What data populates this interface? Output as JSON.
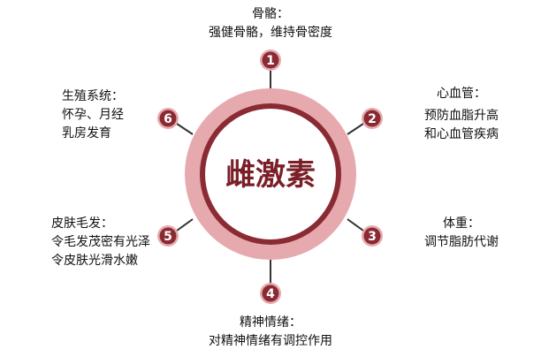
{
  "center": {
    "title": "雌激素"
  },
  "colors": {
    "ring_outer": "#e6aaae",
    "ring_inner": "#8a2b33",
    "badge": "#8a2b33",
    "badge_halo": "#e6aaae"
  },
  "items": [
    {
      "num": "1",
      "title": "骨骼：",
      "lines": [
        "强健骨骼，维持骨密度"
      ]
    },
    {
      "num": "2",
      "title": "心血管：",
      "lines": [
        "预防血脂升高",
        "和心血管疾病"
      ]
    },
    {
      "num": "3",
      "title": "体重：",
      "lines": [
        "调节脂肪代谢"
      ]
    },
    {
      "num": "4",
      "title": "精神情绪：",
      "lines": [
        "对精神情绪有调控作用"
      ]
    },
    {
      "num": "5",
      "title": "皮肤毛发：",
      "lines": [
        "令毛发茂密有光泽",
        "令皮肤光滑水嫩"
      ]
    },
    {
      "num": "6",
      "title": "生殖系统：",
      "lines": [
        "怀孕、月经",
        "乳房发育"
      ]
    }
  ]
}
